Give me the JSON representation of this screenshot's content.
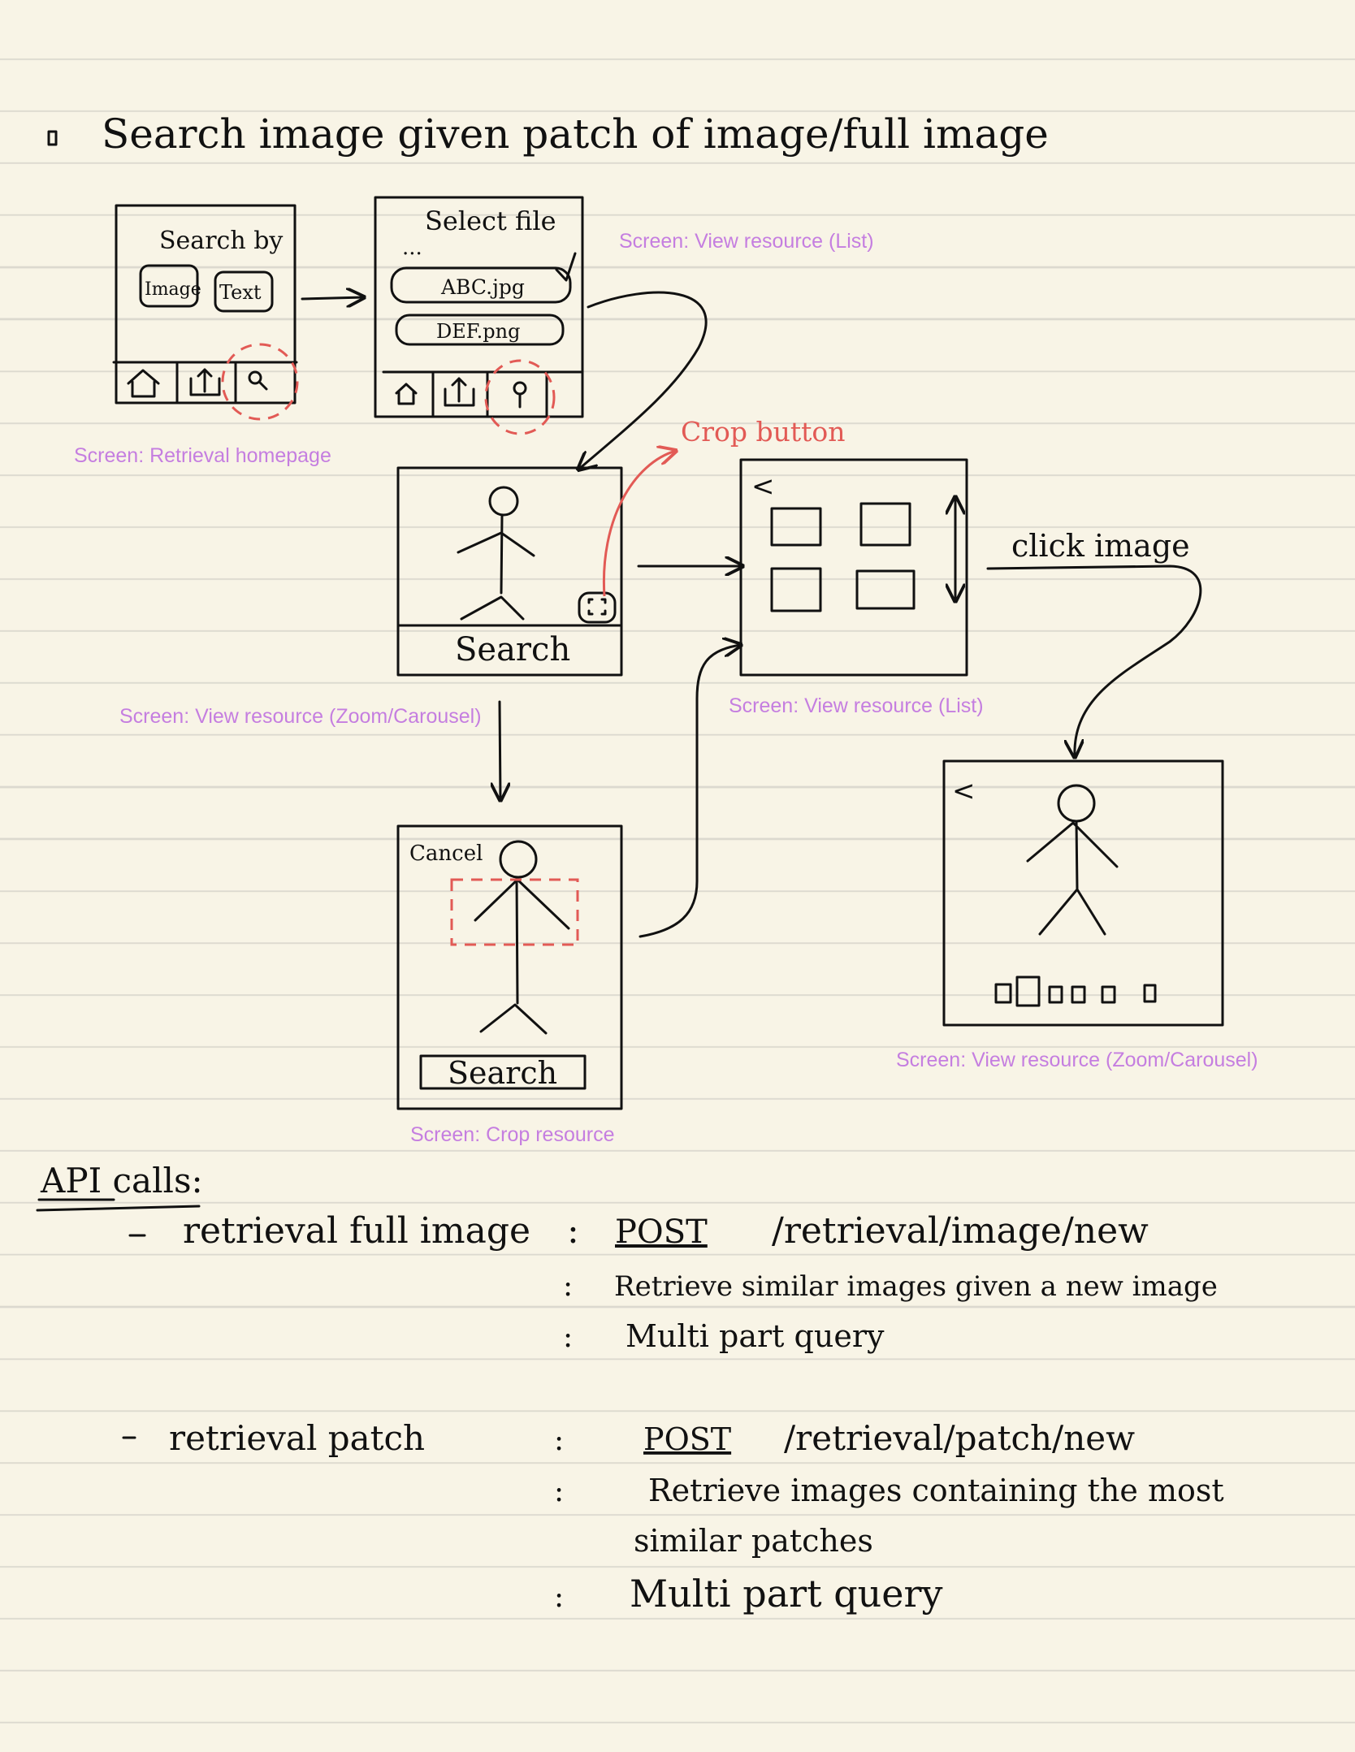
{
  "title": "Search image given patch of image/full image",
  "screens": {
    "search_home": {
      "heading": "Search by",
      "buttons": [
        "Image",
        "Text"
      ],
      "caption": "Screen: Retrieval homepage"
    },
    "select_file": {
      "heading": "Select file",
      "ellipsis": "...",
      "files": [
        "ABC.jpg",
        "DEF.png"
      ],
      "caption": "Screen: View resource (List)"
    },
    "zoom_search": {
      "button": "Search",
      "caption": "Screen: View resource (Zoom/Carousel)"
    },
    "crop": {
      "cancel": "Cancel",
      "button": "Search",
      "caption": "Screen: Crop resource"
    },
    "list": {
      "back": "<",
      "caption": "Screen: View resource (List)"
    },
    "carousel": {
      "back": "<",
      "caption": "Screen: View resource (Zoom/Carousel)"
    }
  },
  "annotations": {
    "crop_button": "Crop button",
    "click_image": "click image"
  },
  "api": {
    "heading": "API calls:",
    "items": [
      {
        "name": "retrieval full image",
        "method": "POST",
        "path": "/retrieval/image/new",
        "description": "Retrieve similar images given a new image",
        "query": "Multi part query"
      },
      {
        "name": "retrieval patch",
        "method": "POST",
        "path": "/retrieval/patch/new",
        "description_line1": "Retrieve images containing the most",
        "description_line2": "similar patches",
        "query": "Multi part query"
      }
    ]
  },
  "colors": {
    "paper": "#f8f4e6",
    "ink": "#111111",
    "annotation_red": "#e25a55",
    "caption_purple": "#c57ee0"
  }
}
